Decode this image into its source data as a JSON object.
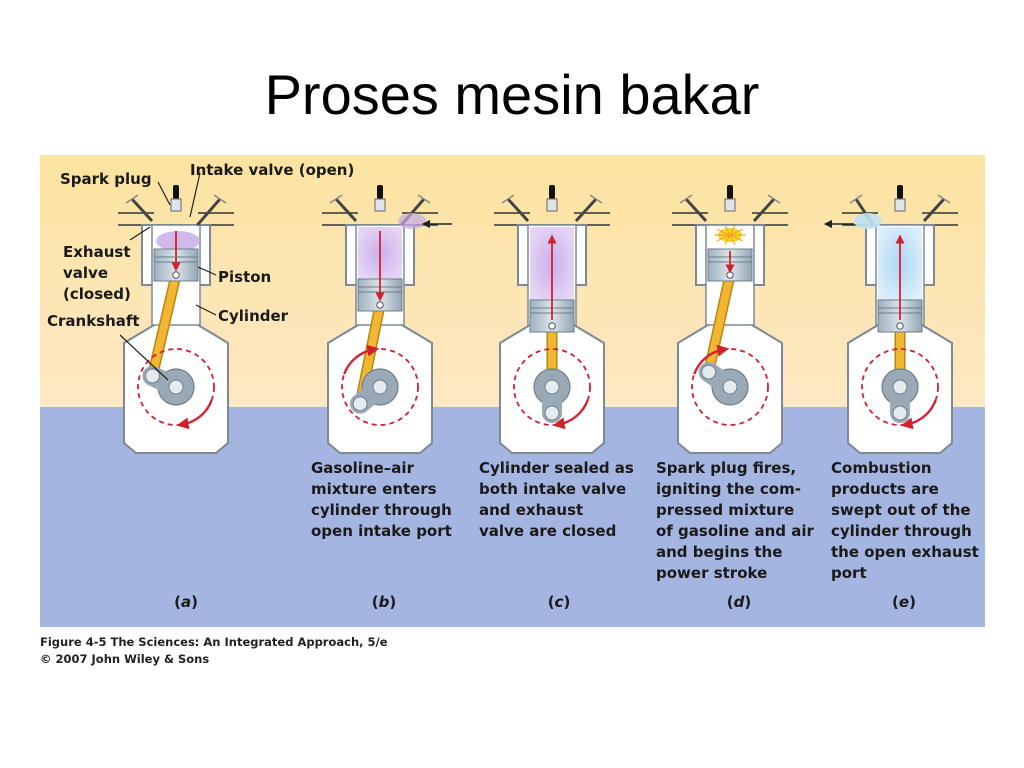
{
  "slide": {
    "title": "Proses mesin bakar"
  },
  "labels": {
    "spark_plug": "Spark plug",
    "intake_valve": "Intake valve (open)",
    "exhaust_valve": [
      "Exhaust",
      "valve",
      "(closed)"
    ],
    "piston": "Piston",
    "cylinder": "Cylinder",
    "crankshaft": "Crankshaft"
  },
  "panels": [
    {
      "letter": "a",
      "caption": []
    },
    {
      "letter": "b",
      "caption": [
        "Gasoline–air",
        "mixture enters",
        "cylinder through",
        "open intake port"
      ]
    },
    {
      "letter": "c",
      "caption": [
        "Cylinder sealed as",
        "both intake valve",
        "and exhaust",
        "valve are closed"
      ]
    },
    {
      "letter": "d",
      "caption": [
        "Spark plug fires,",
        "igniting the com-",
        "pressed mixture",
        "of gasoline and air",
        "and begins the",
        "power stroke"
      ]
    },
    {
      "letter": "e",
      "caption": [
        "Combustion",
        "products are",
        "swept out of the",
        "cylinder through",
        "the open exhaust",
        "port"
      ]
    }
  ],
  "credit": {
    "line1": "Figure 4-5  The Sciences: An Integrated Approach, 5/e",
    "line2": "© 2007 John Wiley & Sons"
  },
  "colors": {
    "top_band": "#fbe6a8",
    "bottom_band": "#a3b5e0",
    "crank_arm": "#f2b630",
    "rotation_arrow": "#d3202f",
    "fuel_mixture": "#c7a8e6",
    "exhaust_gas": "#bfe0f5",
    "spark": "#f9d22b"
  }
}
